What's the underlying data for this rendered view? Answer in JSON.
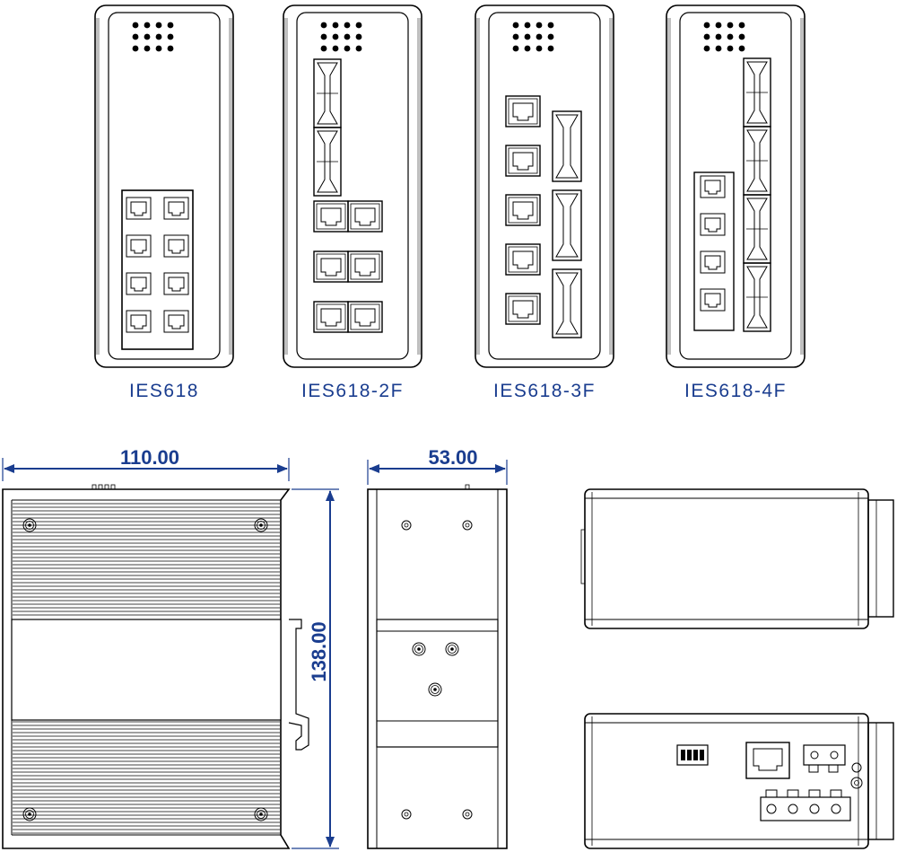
{
  "models": [
    "IES618",
    "IES618-2F",
    "IES618-3F",
    "IES618-4F"
  ],
  "dimensions": {
    "width": "110.00",
    "depth": "53.00",
    "height": "138.00"
  },
  "colors": {
    "annotation": "#1a3d8f",
    "outline": "#000000",
    "background": "#ffffff"
  }
}
